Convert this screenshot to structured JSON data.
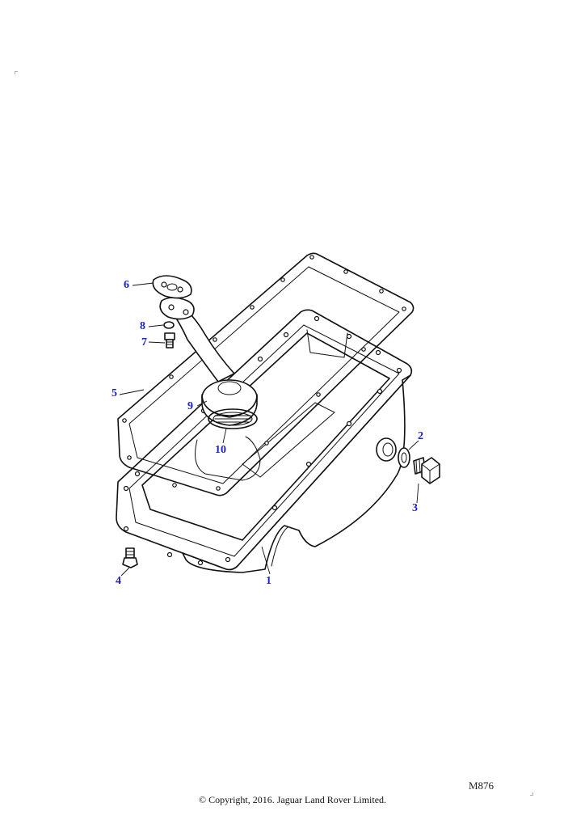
{
  "callouts": [
    {
      "id": "1",
      "label": "1"
    },
    {
      "id": "2",
      "label": "2"
    },
    {
      "id": "3",
      "label": "3"
    },
    {
      "id": "4",
      "label": "4"
    },
    {
      "id": "5",
      "label": "5"
    },
    {
      "id": "6",
      "label": "6"
    },
    {
      "id": "7",
      "label": "7"
    },
    {
      "id": "8",
      "label": "8"
    },
    {
      "id": "9",
      "label": "9"
    },
    {
      "id": "10",
      "label": "10"
    }
  ],
  "reference_code": "M876",
  "copyright": "© Copyright, 2016. Jaguar Land Rover Limited.",
  "colors": {
    "callout": "#1a22c8",
    "line": "#111111"
  }
}
